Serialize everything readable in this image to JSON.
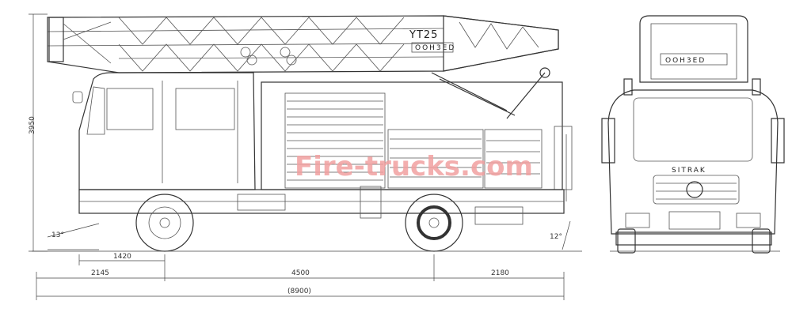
{
  "model": "YT25",
  "plate_text": "OOH3ED",
  "front_brand": "SITRAK",
  "watermark": "Fire-trucks.com",
  "dimensions": {
    "height": "3950",
    "front_angle": "13°",
    "rear_angle": "12°",
    "front_axle_offset": "1420",
    "front_overhang": "2145",
    "wheelbase": "4500",
    "rear_overhang": "2180",
    "overall_length": "(8900)"
  },
  "colors": {
    "line": "#333333",
    "watermark": "#f2a0a0"
  }
}
